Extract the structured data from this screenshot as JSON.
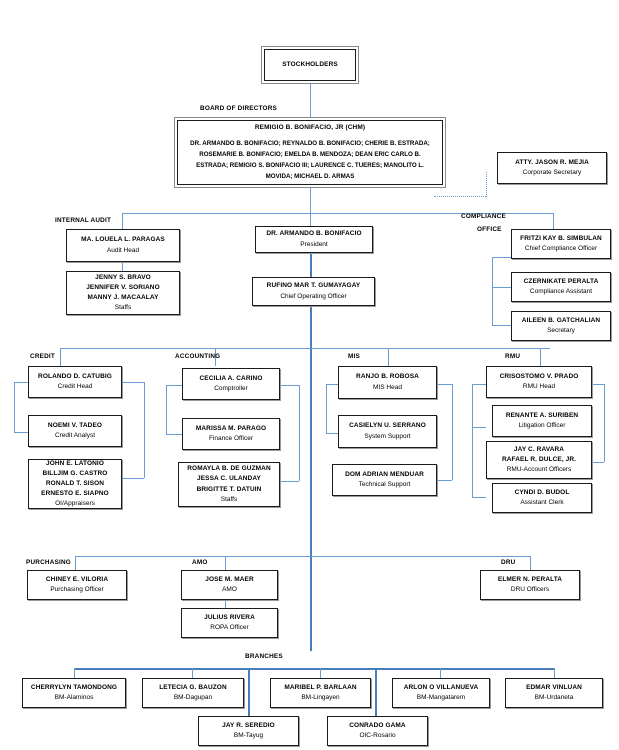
{
  "title": "Organizational Chart",
  "colors": {
    "connector": "#6A9BD1",
    "connector_strong": "#4A7EBB",
    "box_border": "#1a1a1a",
    "box_shadow": "#9a9a9a",
    "background": "#ffffff"
  },
  "nodes": {
    "stockholders": {
      "name": "STOCKHOLDERS",
      "title": ""
    },
    "board": {
      "chairman": "REMIGIO B. BONIFACIO, JR (CHM)",
      "members": "DR. ARMANDO B. BONIFACIO; REYNALDO B. BONIFACIO; CHERIE B. ESTRADA; ROSEMARIE B. BONIFACIO; EMELDA B. MENDOZA; DEAN ERIC CARLO B. ESTRADA; REMIGIO S. BONIFACIO III; LAURENCE C. TUERES; MANOLITO L. MOVIDA; MICHAEL D. ARMAS"
    },
    "corporate_secretary": {
      "name": "ATTY. JASON R. MEJIA",
      "title": "Corporate Secretary"
    },
    "audit_head": {
      "name": "MA. LOUELA L. PARAGAS",
      "title": "Audit Head"
    },
    "audit_staff": {
      "names": [
        "JENNY S. BRAVO",
        "JENNIFER V. SORIANO",
        "MANNY J. MACAALAY"
      ],
      "title": "Staffs"
    },
    "president": {
      "name": "DR. ARMANDO B. BONIFACIO",
      "title": "President"
    },
    "coo": {
      "name": "RUFINO MAR T. GUMAYAGAY",
      "title": "Chief Operating Officer"
    },
    "compliance_officer": {
      "name": "FRITZI KAY B. SIMBULAN",
      "title": "Chief Compliance Officer"
    },
    "compliance_assistant": {
      "name": "CZERNIKATE PERALTA",
      "title": "Compliance Assistant"
    },
    "compliance_secretary": {
      "name": "AILEEN B. GATCHALIAN",
      "title": "Secretary"
    },
    "credit_head": {
      "name": "ROLANDO D. CATUBIG",
      "title": "Credit Head"
    },
    "credit_analyst": {
      "name": "NOEMI V. TADEO",
      "title": "Credit Analyst"
    },
    "credit_staff": {
      "names": [
        "JOHN E. LATONIO",
        "BILLJIM G. CASTRO",
        "RONALD T. SISON",
        "ERNESTO E. SIAPNO"
      ],
      "title": "OI/Appraisers"
    },
    "comptroller": {
      "name": "CECILIA A. CARINO",
      "title": "Comptroller"
    },
    "finance_officer": {
      "name": "MARISSA M. PARAGO",
      "title": "Finance Officer"
    },
    "accounting_staff": {
      "names": [
        "ROMAYLA B. DE GUZMAN",
        "JESSA C. ULANDAY",
        "BRIGITTE T. DATUIN"
      ],
      "title": "Staffs"
    },
    "mis_head": {
      "name": "RANJO B. ROBOSA",
      "title": "MIS Head"
    },
    "system_support": {
      "name": "CASIELYN U. SERRANO",
      "title": "System Support"
    },
    "technical_support": {
      "name": "DOM ADRIAN MENDUAR",
      "title": "Technical Support"
    },
    "rmu_head": {
      "name": "CRISOSTOMO V. PRADO",
      "title": "RMU Head"
    },
    "litigation_officer": {
      "name": "RENANTE A. SURIBEN",
      "title": "Litigation Officer"
    },
    "rmu_account_officers": {
      "names": [
        "JAY C. RAVARA",
        "RAFAEL R. DULCE, JR."
      ],
      "title": "RMU-Account Officers"
    },
    "assistant_clerk": {
      "name": "CYNDI D. BUDOL",
      "title": "Assistant Clerk"
    },
    "purchasing_officer": {
      "name": "CHINEY E. VILORIA",
      "title": "Purchasing Officer"
    },
    "amo_officer": {
      "name": "JOSE M. MAER",
      "title": "AMO"
    },
    "ropa_officer": {
      "name": "JULIUS RIVERA",
      "title": "ROPA Officer"
    },
    "dru_officer": {
      "name": "ELMER N. PERALTA",
      "title": "DRU Officers"
    }
  },
  "section_labels": {
    "board_of_directors": "BOARD OF DIRECTORS",
    "internal_audit": "INTERNAL AUDIT",
    "compliance_line1": "COMPLIANCE",
    "compliance_line2": "OFFICE",
    "credit": "CREDIT",
    "accounting": "ACCOUNTING",
    "mis": "MIS",
    "rmu": "RMU",
    "purchasing": "PURCHASING",
    "amo": "AMO",
    "dru": "DRU",
    "branches": "BRANCHES"
  },
  "branches": [
    {
      "name": "CHERRYLYN TAMONDONG",
      "title": "BM-Alaminos"
    },
    {
      "name": "LETECIA G. BAUZON",
      "title": "BM-Dagupan"
    },
    {
      "name": "MARIBEL P. BARLAAN",
      "title": "BM-Lingayen"
    },
    {
      "name": "ARLON O VILLANUEVA",
      "title": "BM-Mangatarem"
    },
    {
      "name": "EDMAR VINLUAN",
      "title": "BM-Urdaneta"
    },
    {
      "name": "JAY R. SEREDIO",
      "title": "BM-Tayug"
    },
    {
      "name": "CONRADO GAMA",
      "title": "OIC-Rosario"
    }
  ]
}
